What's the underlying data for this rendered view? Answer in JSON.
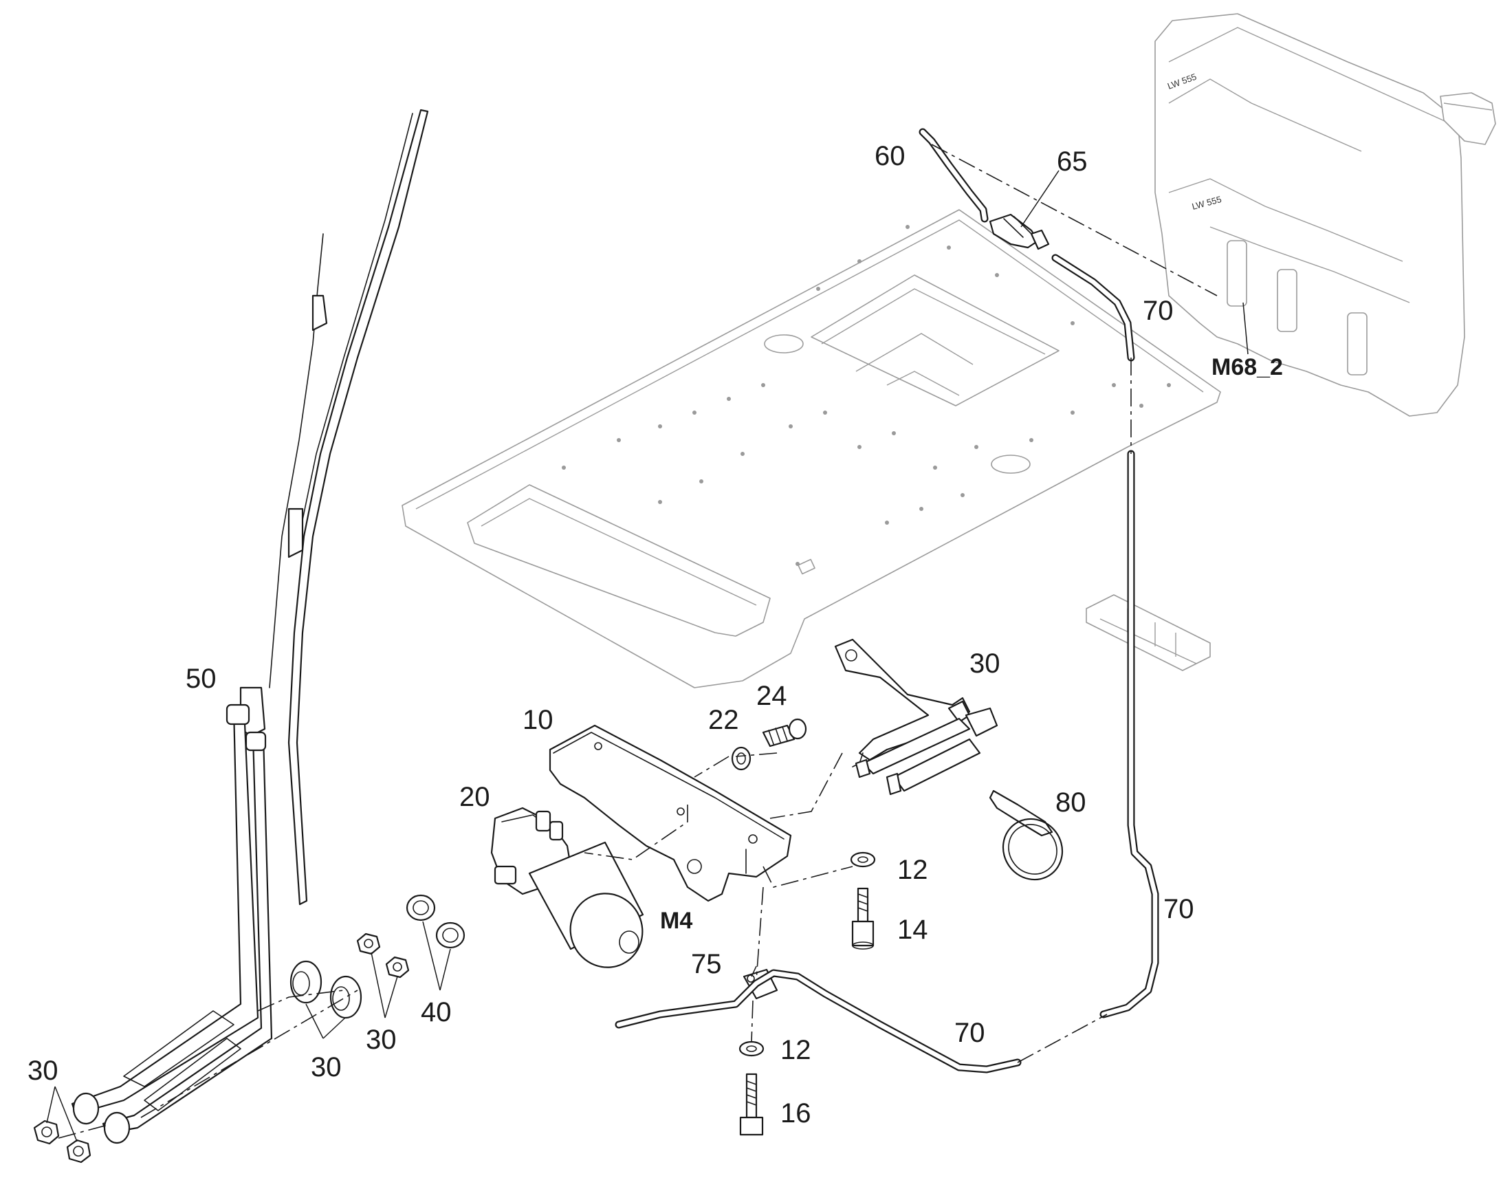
{
  "callouts": {
    "c50": "50",
    "c10": "10",
    "c20": "20",
    "c22": "22",
    "c24": "24",
    "c30_crank": "30",
    "c30_nuts_left": "30",
    "c30_bushing": "30",
    "c30_nuts_mid": "30",
    "c40": "40",
    "c12_top": "12",
    "c14": "14",
    "c12_bottom": "12",
    "c16": "16",
    "c75": "75",
    "c60": "60",
    "c65": "65",
    "c70_top": "70",
    "c70_right": "70",
    "c70_bottom": "70",
    "c80": "80",
    "cM4": "M4",
    "cM68_2": "M68_2"
  },
  "tank_markings": {
    "upper": "LW 555",
    "lower": "LW 555"
  },
  "colors": {
    "line": "#1a1a1a",
    "ghost": "#9a9a9a",
    "background": "#ffffff"
  }
}
